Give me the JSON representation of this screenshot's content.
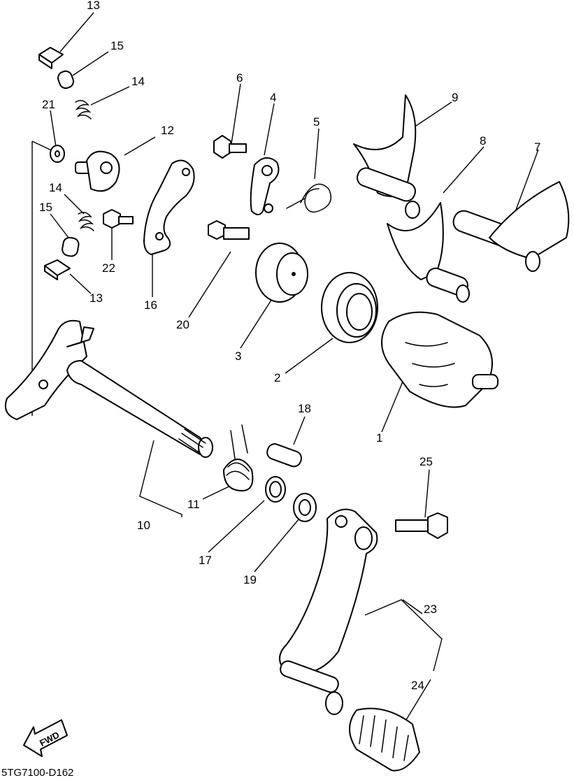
{
  "diagram_code": "5TG7100-D162",
  "fwd_label": "FWD",
  "callouts": {
    "c1": "1",
    "c2": "2",
    "c3": "3",
    "c4": "4",
    "c5": "5",
    "c6": "6",
    "c7": "7",
    "c8": "8",
    "c9": "9",
    "c10": "10",
    "c11": "11",
    "c12": "12",
    "c13a": "13",
    "c13b": "13",
    "c14a": "14",
    "c14b": "14",
    "c15a": "15",
    "c15b": "15",
    "c16": "16",
    "c17": "17",
    "c18": "18",
    "c19": "19",
    "c20": "20",
    "c21": "21",
    "c22": "22",
    "c23": "23",
    "c24": "24",
    "c25": "25"
  }
}
